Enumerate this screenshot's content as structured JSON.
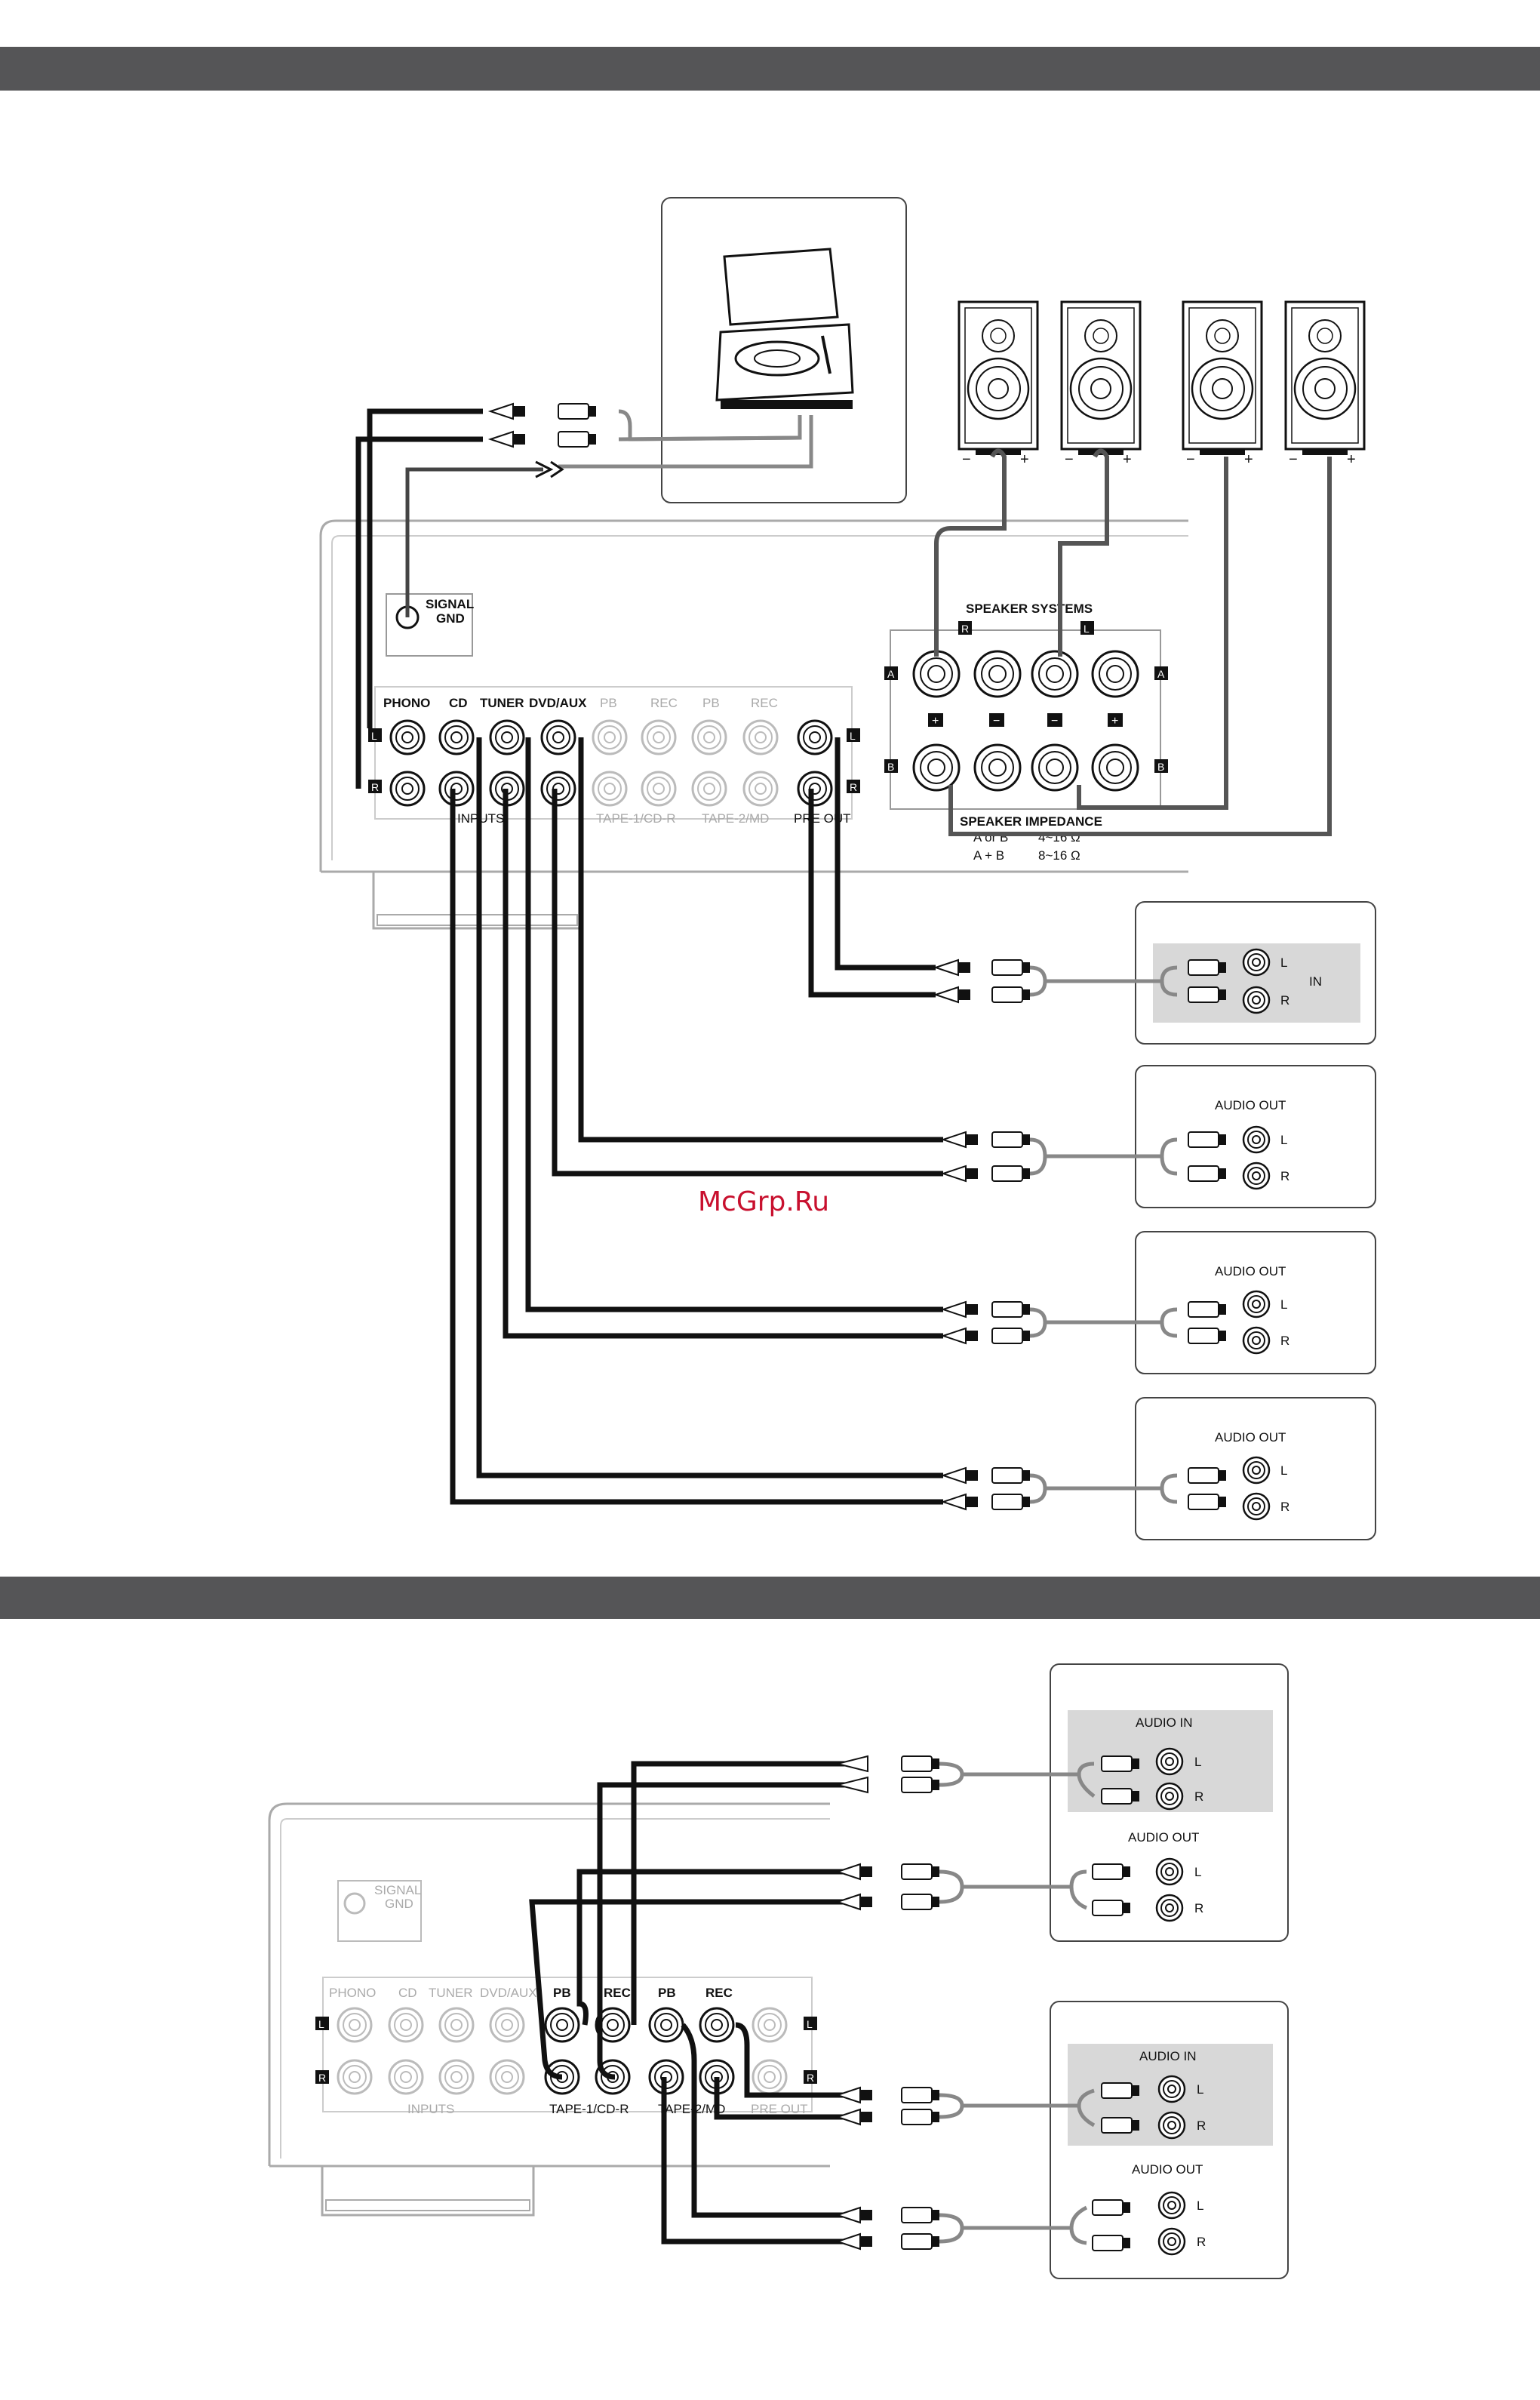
{
  "watermark": "McGrp.Ru",
  "signal_gnd": {
    "line1": "SIGNAL",
    "line2": "GND"
  },
  "inputs": {
    "phono": "PHONO",
    "cd": "CD",
    "tuner": "TUNER",
    "dvd_aux": "DVD/AUX",
    "pb": "PB",
    "rec": "REC",
    "group_inputs": "INPUTS",
    "group_tape1": "TAPE-1/CD-R",
    "group_tape2": "TAPE-2/MD",
    "group_preout": "PRE OUT"
  },
  "speaker": {
    "systems": "SPEAKER  SYSTEMS",
    "impedance": "SPEAKER  IMPEDANCE",
    "imp_row1_left": "A or B",
    "imp_row1_right": "4~16 Ω",
    "imp_row2_left": "A + B",
    "imp_row2_right": "8~16 Ω",
    "a": "A",
    "b": "B",
    "plus": "+",
    "minus": "−"
  },
  "channels": {
    "l": "L",
    "r": "R"
  },
  "devices": {
    "in": "IN",
    "audio_out": "AUDIO OUT",
    "audio_in": "AUDIO IN"
  },
  "colors": {
    "band": "#555557",
    "cable": "#111111",
    "grey_cable": "#888888",
    "panel_shade": "#d8d8d8",
    "watermark": "#c8102e"
  }
}
